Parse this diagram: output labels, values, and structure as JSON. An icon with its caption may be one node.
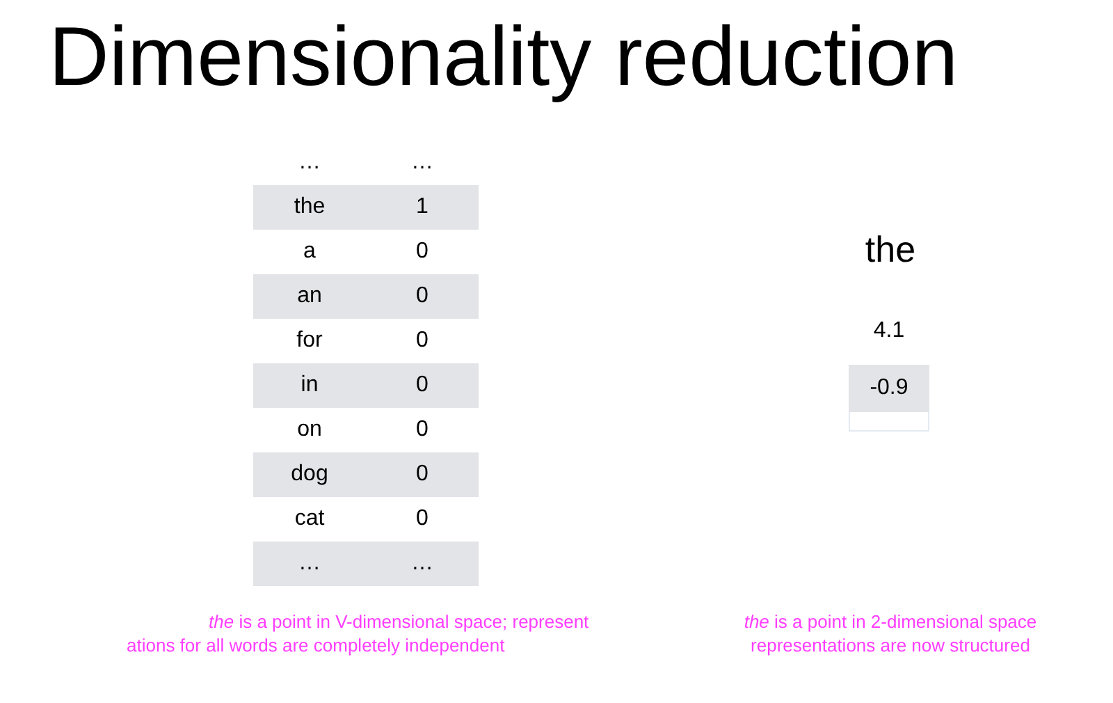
{
  "diagram": {
    "title": "Dimensionality reduction",
    "labels": [
      "…",
      "…",
      "the",
      "1",
      "a",
      "0",
      "an",
      "0",
      "for",
      "0",
      "in",
      "0",
      "on",
      "0",
      "dog",
      "0",
      "cat",
      "0",
      "…",
      "…",
      "the",
      "4.1",
      "-0.9",
      "*the* is a point in V-dimensional space; represent ations for all words are completely independent",
      "*the* is a point in 2-dimensional space representations are now structured"
    ]
  }
}
